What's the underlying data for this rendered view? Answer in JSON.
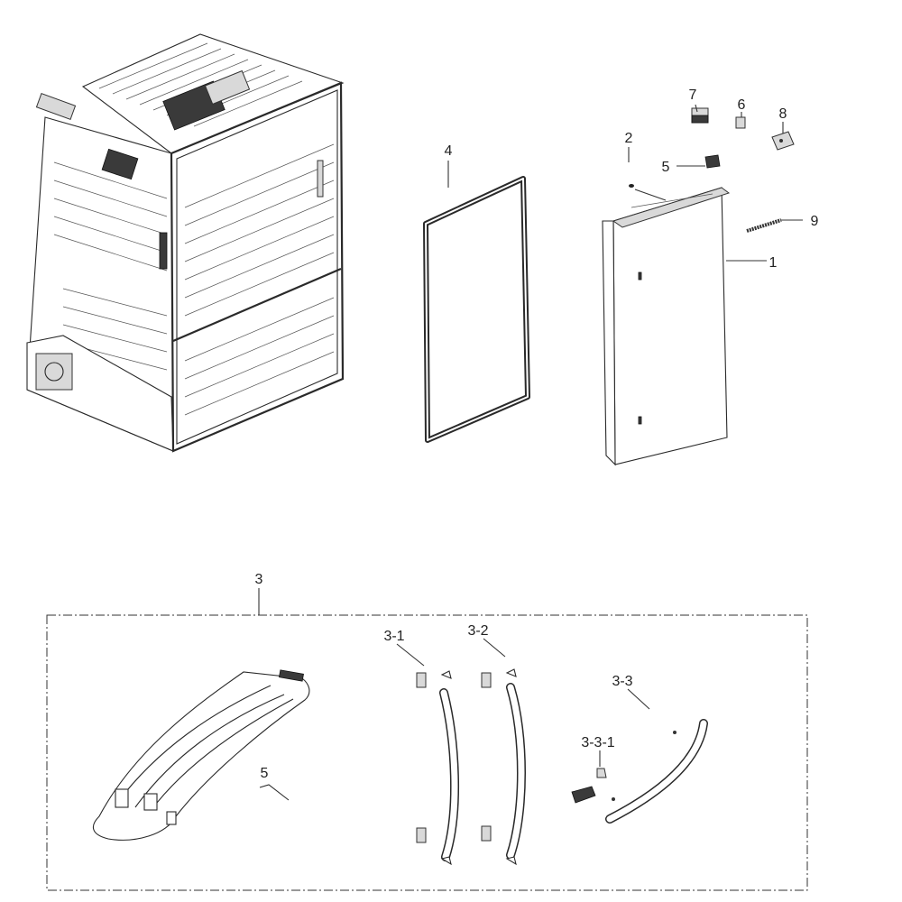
{
  "diagram": {
    "callouts": {
      "p1": "1",
      "p2": "2",
      "p3": "3",
      "p3_1": "3-1",
      "p3_2": "3-2",
      "p3_3": "3-3",
      "p3_3_1": "3-3-1",
      "p4": "4",
      "p5_top": "5",
      "p5_bottom": "5",
      "p6": "6",
      "p7": "7",
      "p8": "8",
      "p9": "9"
    }
  }
}
